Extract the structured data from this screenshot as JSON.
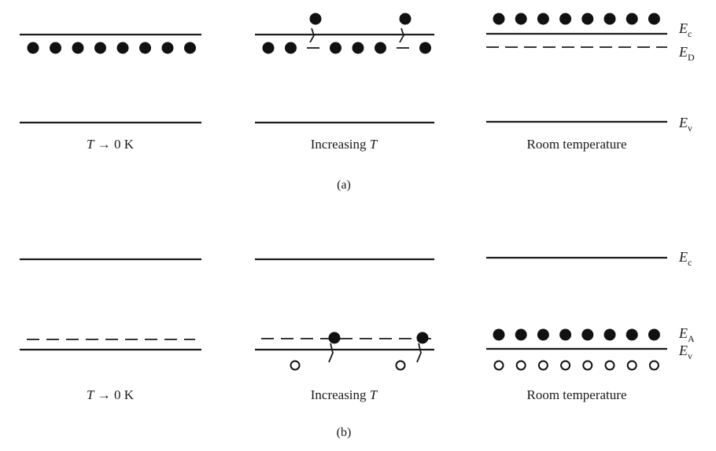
{
  "panel_a": {
    "caption": "(a)",
    "columns": [
      {
        "label": "T → 0 K",
        "label_parts": [
          "T",
          " → 0 K"
        ],
        "donor_electrons": 8,
        "ionized_positions": [],
        "conduction_electrons": 0
      },
      {
        "label": "Increasing T",
        "label_parts": [
          "Increasing ",
          "T"
        ],
        "donor_electrons": 6,
        "ionized_positions": [
          3,
          7
        ],
        "conduction_electrons": 2
      },
      {
        "label": "Room temperature",
        "label_parts": [
          "Room temperature",
          ""
        ],
        "donor_electrons": 0,
        "ionized_positions": [],
        "conduction_electrons": 8
      }
    ],
    "levels": [
      {
        "symbol": "E",
        "sub": "c"
      },
      {
        "symbol": "E",
        "sub": "D"
      },
      {
        "symbol": "E",
        "sub": "v"
      }
    ]
  },
  "panel_b": {
    "caption": "(b)",
    "columns": [
      {
        "label": "T → 0 K",
        "label_parts": [
          "T",
          " → 0 K"
        ],
        "acceptor_electrons": 0,
        "holes": 0
      },
      {
        "label": "Increasing T",
        "label_parts": [
          "Increasing ",
          "T"
        ],
        "acceptor_electrons": 2,
        "holes": 2
      },
      {
        "label": "Room temperature",
        "label_parts": [
          "Room temperature",
          ""
        ],
        "acceptor_electrons": 8,
        "holes": 8
      }
    ],
    "levels": [
      {
        "symbol": "E",
        "sub": "c"
      },
      {
        "symbol": "E",
        "sub": "A"
      },
      {
        "symbol": "E",
        "sub": "v"
      }
    ]
  },
  "colors": {
    "line": "#1a1a1a",
    "electron": "#111111",
    "hole": "#111111",
    "background": "#ffffff"
  }
}
